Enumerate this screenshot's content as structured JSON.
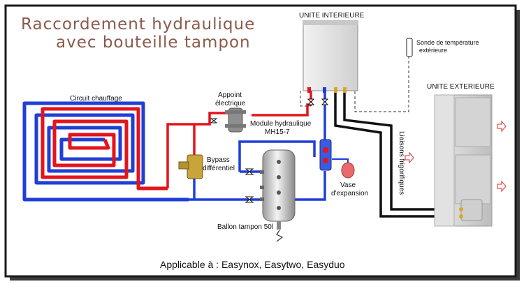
{
  "title": {
    "line1": "Raccordement hydraulique",
    "line2": "avec bouteille tampon"
  },
  "labels": {
    "indoor_unit": "UNITE INTERIEURE",
    "outdoor_unit": "UNITE EXTERIEURE",
    "sensor_line1": "Sonde de température",
    "sensor_line2": "extérieure",
    "heating_circuit": "Circuit chauffage",
    "backup_line1": "Appoint",
    "backup_line2": "électrique",
    "hydraulic_module_line1": "Module hydraulique",
    "hydraulic_module_line2": "MH15-7",
    "bypass_line1": "Bypass",
    "bypass_line2": "différentiel",
    "refrigerant_links": "Liaisons frigorifiques",
    "expansion_line1": "Vase",
    "expansion_line2": "d'expansion",
    "buffer_tank": "Ballon tampon 50l"
  },
  "footer": "Applicable à : Easynox, Easytwo, Easyduo",
  "colors": {
    "hot": "#e3141b",
    "cold": "#1f3fd6",
    "refrigerant": "#111111",
    "frame": "#1a1a1a",
    "title": "#8a5a4a"
  }
}
